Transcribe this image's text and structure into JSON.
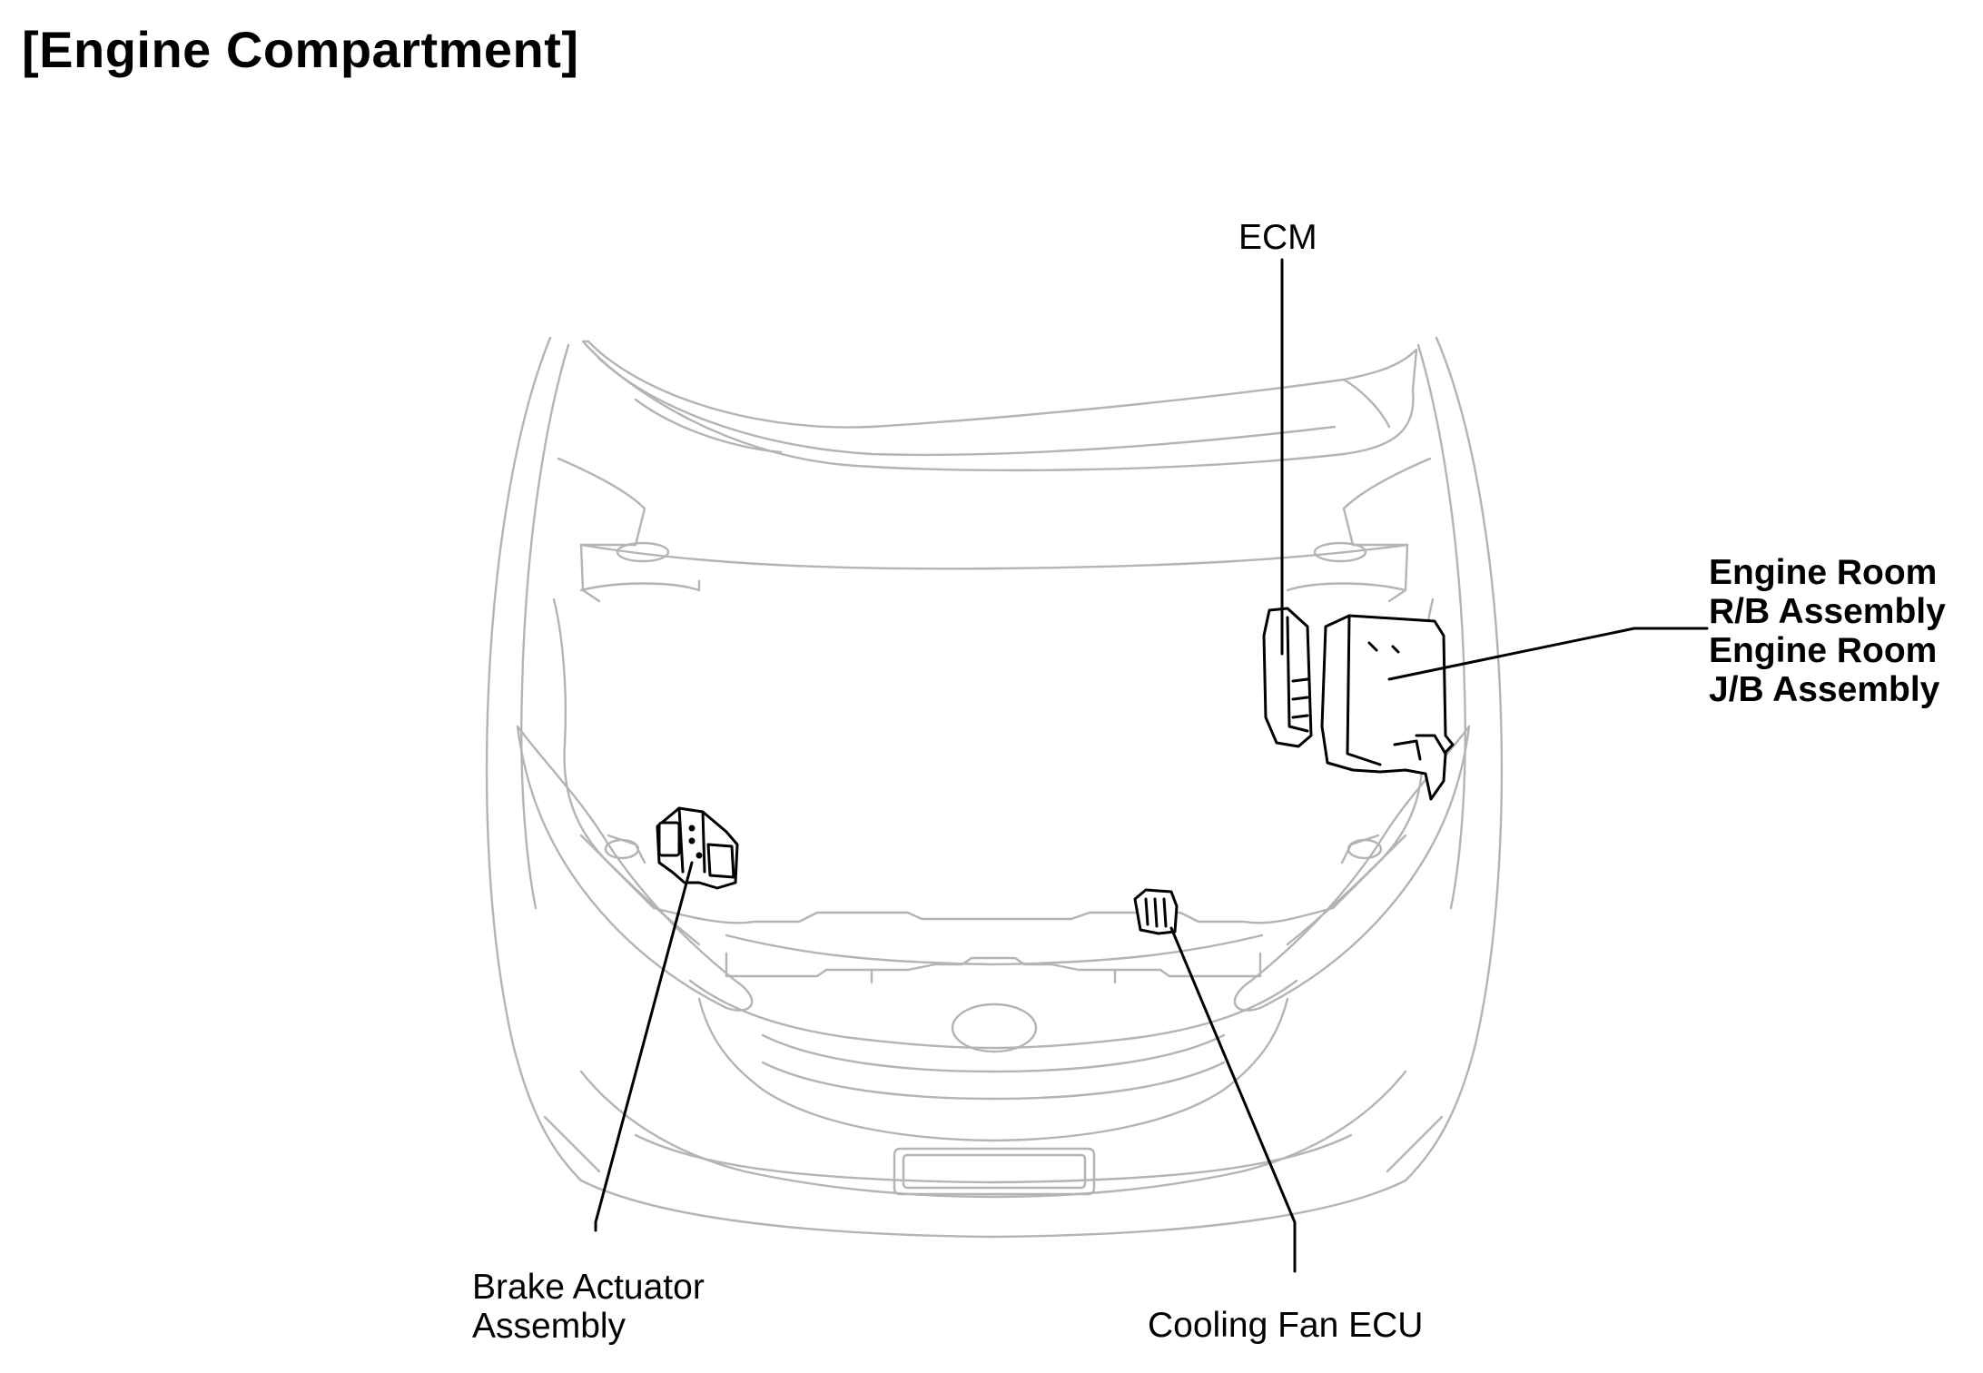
{
  "title": "[Engine Compartment]",
  "labels": {
    "ecm": "ECM",
    "engine_room_rb_1": "Engine Room",
    "engine_room_rb_2": "R/B Assembly",
    "engine_room_jb_1": "Engine Room",
    "engine_room_jb_2": "J/B Assembly",
    "brake_actuator_1": "Brake Actuator",
    "brake_actuator_2": "Assembly",
    "cooling_fan_ecu": "Cooling Fan ECU"
  }
}
